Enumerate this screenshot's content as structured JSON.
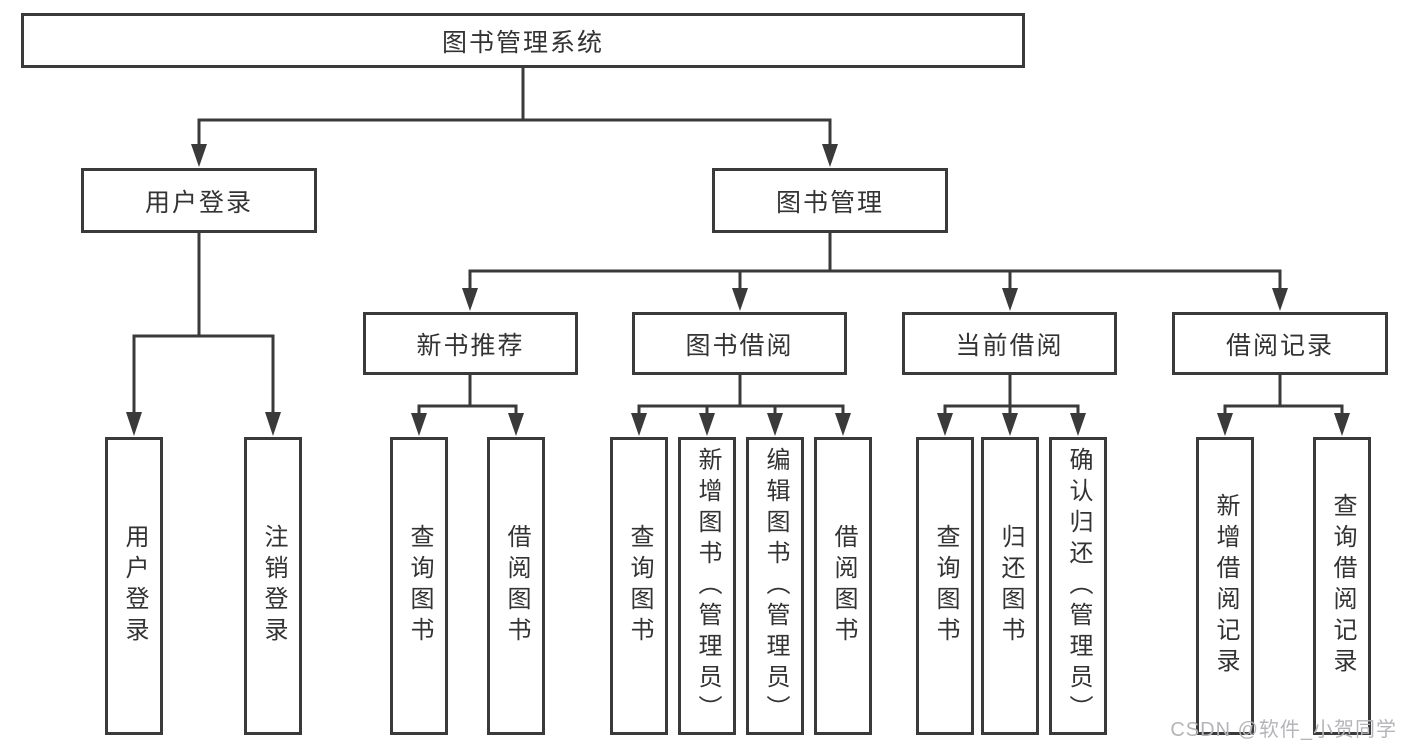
{
  "tree": {
    "label": "图书管理系统",
    "children": [
      {
        "label": "用户登录",
        "children": [
          {
            "label": "用户登录"
          },
          {
            "label": "注销登录"
          }
        ]
      },
      {
        "label": "图书管理",
        "children": [
          {
            "label": "新书推荐",
            "children": [
              {
                "label": "查询图书"
              },
              {
                "label": "借阅图书"
              }
            ]
          },
          {
            "label": "图书借阅",
            "children": [
              {
                "label": "查询图书"
              },
              {
                "label": "新增图书（管理员）"
              },
              {
                "label": "编辑图书（管理员）"
              },
              {
                "label": "借阅图书"
              }
            ]
          },
          {
            "label": "当前借阅",
            "children": [
              {
                "label": "查询图书"
              },
              {
                "label": "归还图书"
              },
              {
                "label": "确认归还（管理员）"
              }
            ]
          },
          {
            "label": "借阅记录",
            "children": [
              {
                "label": "新增借阅记录"
              },
              {
                "label": "查询借阅记录"
              }
            ]
          }
        ]
      }
    ]
  },
  "watermark": "CSDN @软件_小贺同学",
  "colors": {
    "line": "#3a3a3a",
    "box_border": "#3a3a3a",
    "box_fill": "#ffffff",
    "text": "#333333",
    "background": "#ffffff",
    "watermark": "#b5b5b9"
  }
}
